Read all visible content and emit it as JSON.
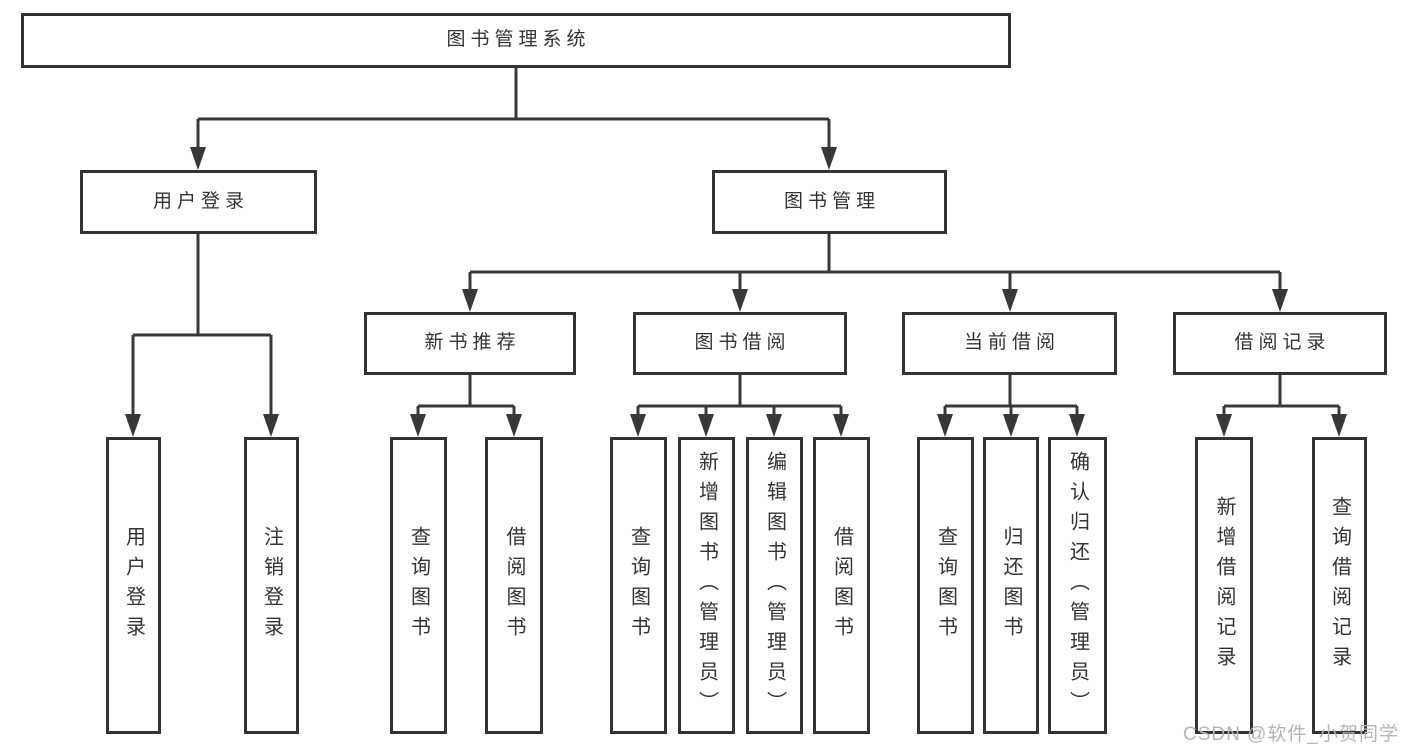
{
  "tree": {
    "label": "图书管理系统",
    "children": [
      {
        "label": "用户登录",
        "children": [
          {
            "label": "用户登录"
          },
          {
            "label": "注销登录"
          }
        ]
      },
      {
        "label": "图书管理",
        "children": [
          {
            "label": "新书推荐",
            "children": [
              {
                "label": "查询图书"
              },
              {
                "label": "借阅图书"
              }
            ]
          },
          {
            "label": "图书借阅",
            "children": [
              {
                "label": "查询图书"
              },
              {
                "label": "新增图书（管理员）"
              },
              {
                "label": "编辑图书（管理员）"
              },
              {
                "label": "借阅图书"
              }
            ]
          },
          {
            "label": "当前借阅",
            "children": [
              {
                "label": "查询图书"
              },
              {
                "label": "归还图书"
              },
              {
                "label": "确认归还（管理员）"
              }
            ]
          },
          {
            "label": "借阅记录",
            "children": [
              {
                "label": "新增借阅记录"
              },
              {
                "label": "查询借阅记录"
              }
            ]
          }
        ]
      }
    ]
  },
  "watermark": "CSDN @软件_小贺同学",
  "colors": {
    "box_border": "#333333",
    "line": "#383838",
    "text": "#333333",
    "background": "#ffffff",
    "watermark_text": "#b5b5b5"
  }
}
